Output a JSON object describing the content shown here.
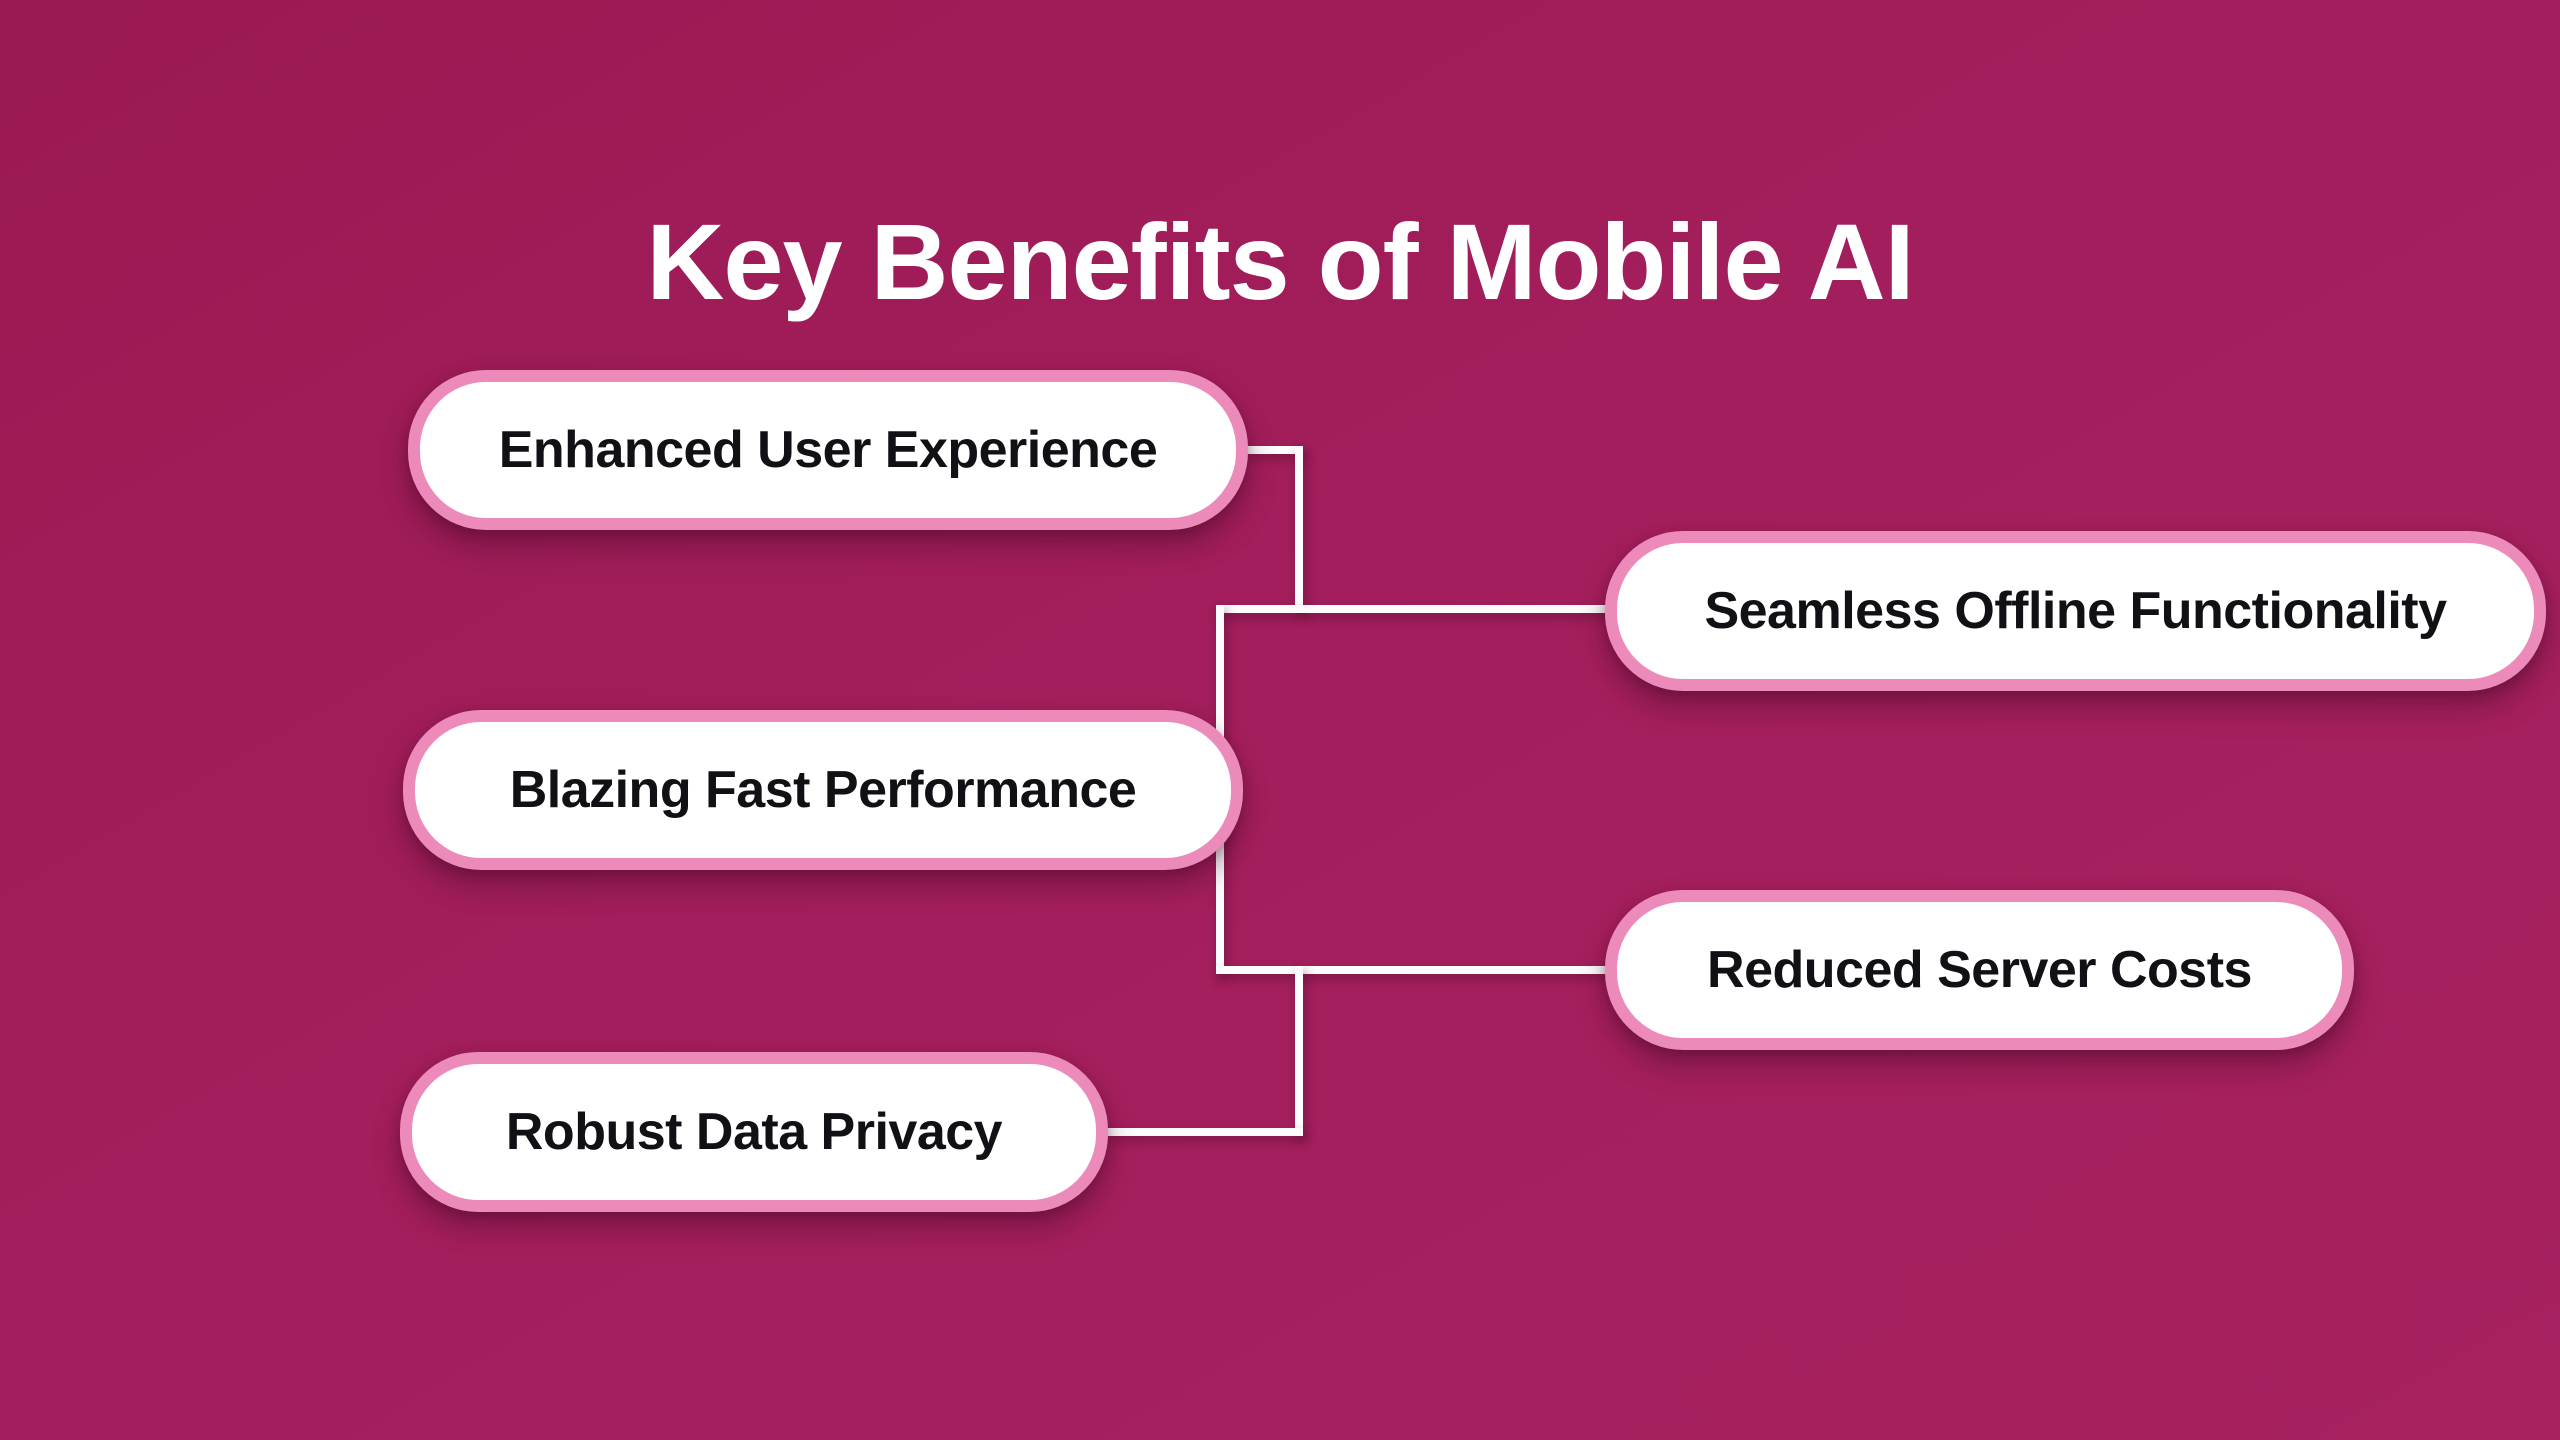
{
  "title": "Key Benefits of Mobile AI",
  "colors": {
    "background": "#a21e5c",
    "node_fill": "#ffffff",
    "node_border": "#ec8aba",
    "node_text": "#111015",
    "title_text": "#ffffff",
    "connector": "#fcfcfc"
  },
  "diagram": {
    "type": "mindmap-tree",
    "nodes": [
      {
        "id": "enhanced-user-experience",
        "label": "Enhanced User Experience",
        "side": "left"
      },
      {
        "id": "blazing-fast-performance",
        "label": "Blazing Fast Performance",
        "side": "left"
      },
      {
        "id": "robust-data-privacy",
        "label": "Robust Data Privacy",
        "side": "left"
      },
      {
        "id": "seamless-offline-functionality",
        "label": "Seamless Offline Functionality",
        "side": "right"
      },
      {
        "id": "reduced-server-costs",
        "label": "Reduced Server Costs",
        "side": "right"
      }
    ],
    "connections": [
      "enhanced-user-experience -> trunk",
      "blazing-fast-performance -> trunk",
      "robust-data-privacy -> trunk",
      "trunk -> seamless-offline-functionality",
      "trunk -> reduced-server-costs"
    ]
  }
}
